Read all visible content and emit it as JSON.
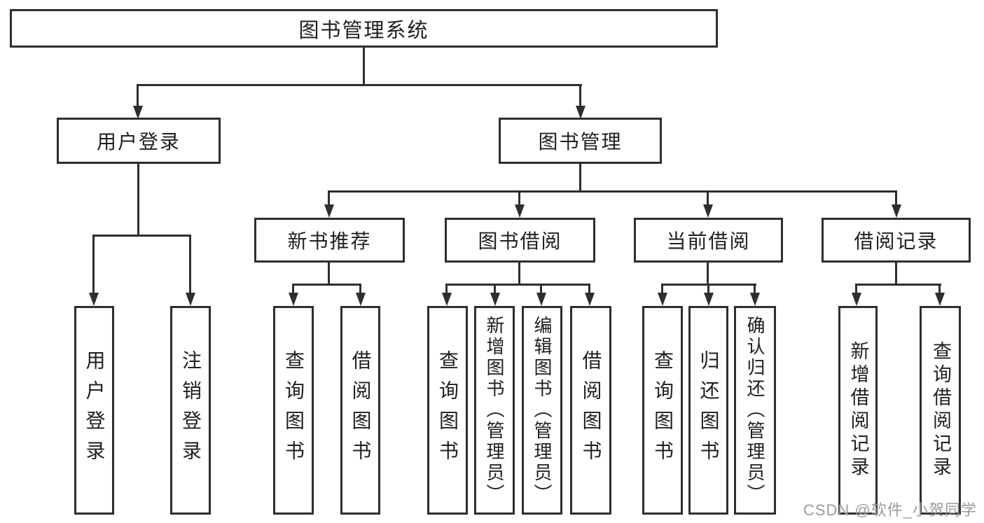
{
  "tree": {
    "root": {
      "label": "图书管理系统",
      "children": [
        {
          "label": "用户登录",
          "children": [
            {
              "label": "用户登录"
            },
            {
              "label": "注销登录"
            }
          ]
        },
        {
          "label": "图书管理",
          "children": [
            {
              "label": "新书推荐",
              "children": [
                {
                  "label": "查询图书"
                },
                {
                  "label": "借阅图书"
                }
              ]
            },
            {
              "label": "图书借阅",
              "children": [
                {
                  "label": "查询图书"
                },
                {
                  "label": "新增图书（管理员）"
                },
                {
                  "label": "编辑图书（管理员）"
                },
                {
                  "label": "借阅图书"
                }
              ]
            },
            {
              "label": "当前借阅",
              "children": [
                {
                  "label": "查询图书"
                },
                {
                  "label": "归还图书"
                },
                {
                  "label": "确认归还（管理员）"
                }
              ]
            },
            {
              "label": "借阅记录",
              "children": [
                {
                  "label": "新增借阅记录"
                },
                {
                  "label": "查询借阅记录"
                }
              ]
            }
          ]
        }
      ]
    }
  },
  "watermark": {
    "text": "CSDN @软件_小贺同学"
  },
  "colors": {
    "line": "#2e2e2e",
    "text": "#1f1f1f",
    "background": "#ffffff",
    "watermark": "#9b9b9b"
  }
}
